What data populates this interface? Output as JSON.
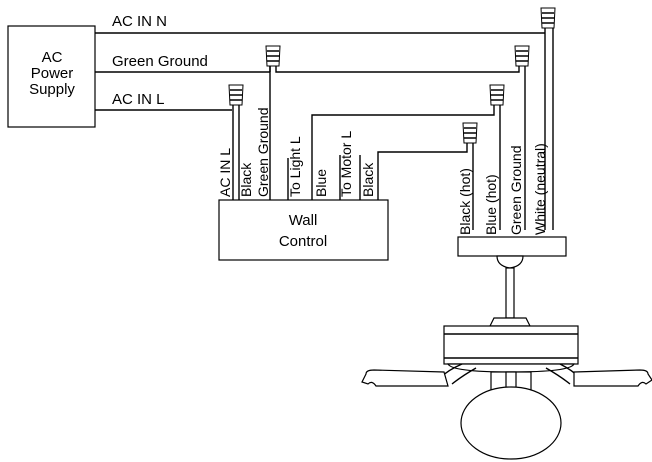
{
  "power_supply": {
    "label_lines": [
      "AC",
      "Power",
      "Supply"
    ]
  },
  "mains_labels": {
    "neutral": "AC IN N",
    "ground": "Green Ground",
    "line": "AC IN L"
  },
  "wall_control": {
    "label_lines": [
      "Wall",
      "Control"
    ],
    "wires": [
      "AC IN L",
      "Black",
      "Green Ground",
      "To Light L",
      "Blue",
      "To Motor L",
      "Black"
    ]
  },
  "fan_wires": [
    "Black (hot)",
    "Blue (hot)",
    "Green Ground",
    "White (neutral)"
  ],
  "colors": {
    "stroke": "#000000",
    "fill": "#ffffff",
    "light_globe": "#ffffff"
  }
}
